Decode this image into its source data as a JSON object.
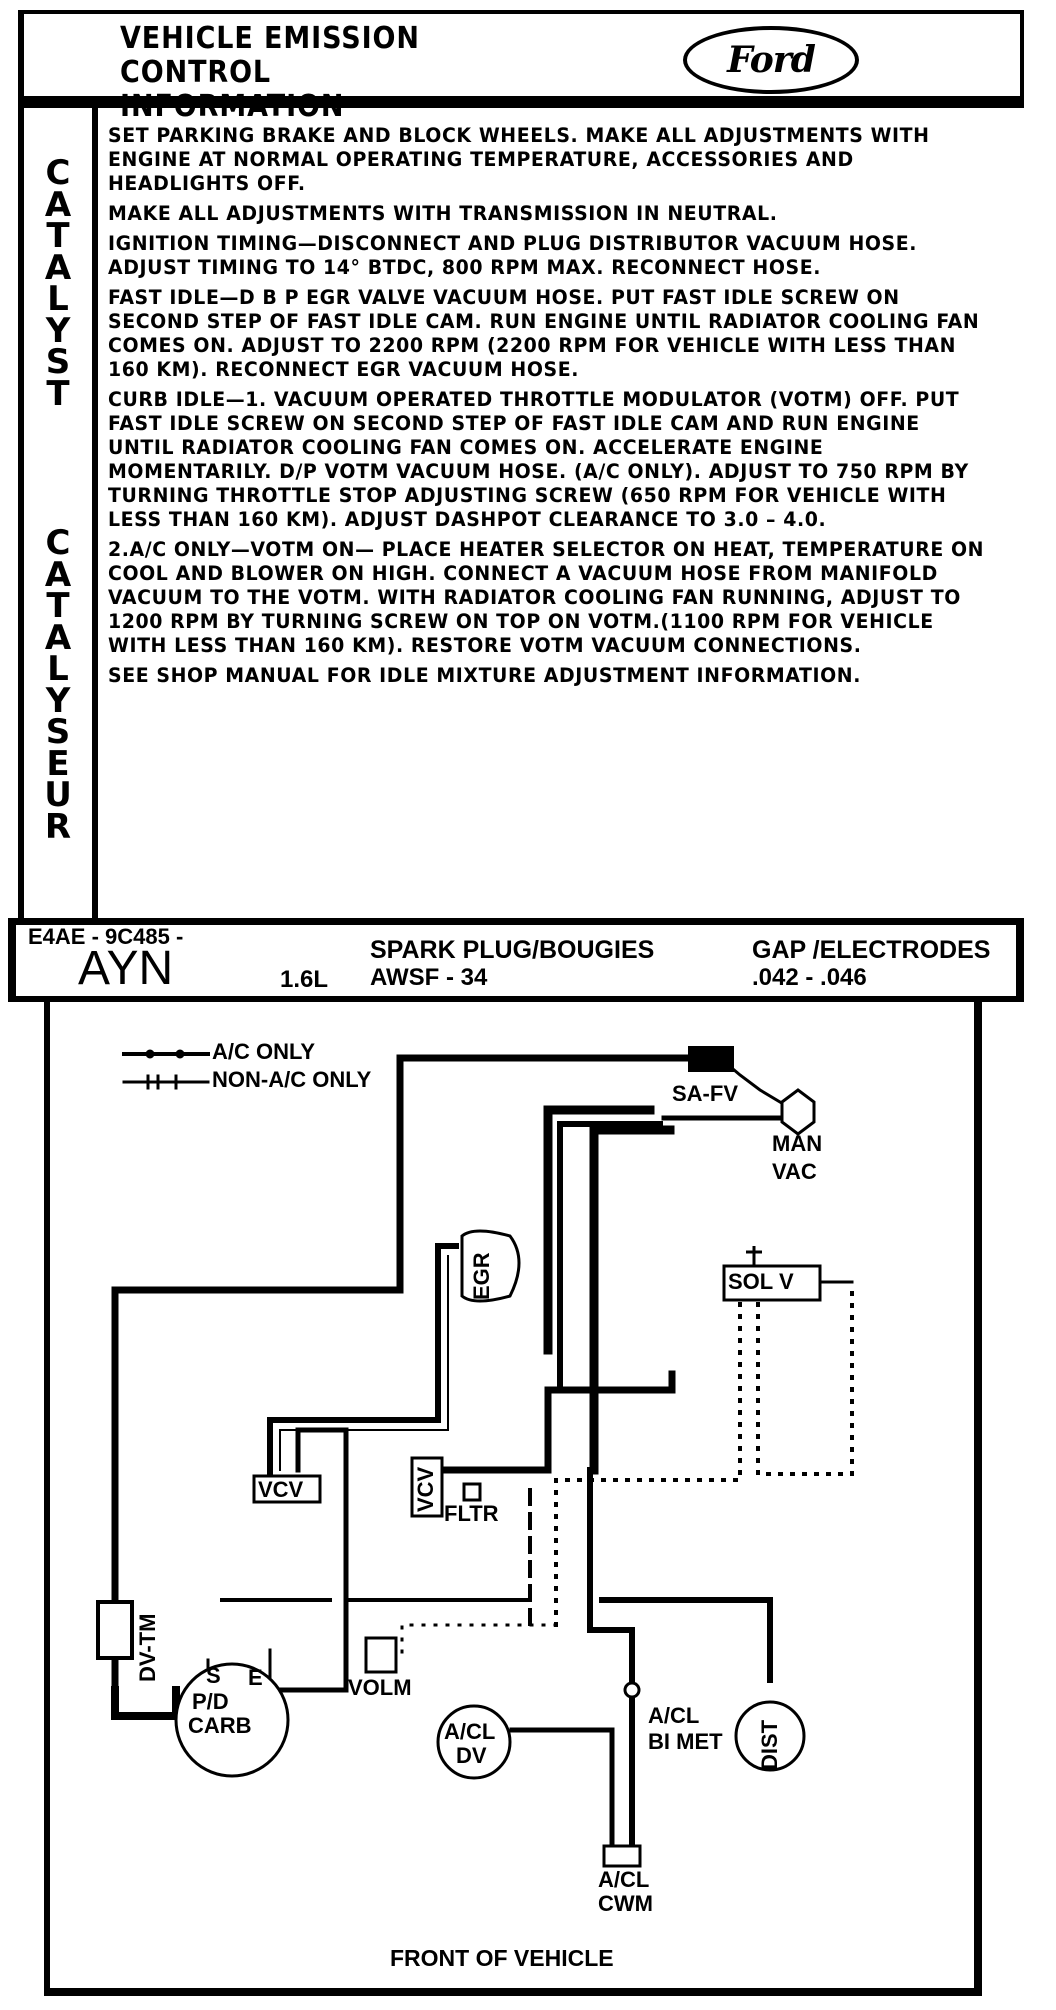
{
  "header": {
    "title_line1": "VEHICLE EMISSION",
    "title_line2": "CONTROL INFORMATION",
    "brand": "Ford"
  },
  "side_text": {
    "catalyst": [
      "C",
      "A",
      "T",
      "A",
      "L",
      "Y",
      "S",
      "T"
    ],
    "catalyseur": [
      "C",
      "A",
      "T",
      "A",
      "L",
      "Y",
      "S",
      "E",
      "U",
      "R"
    ]
  },
  "instructions": [
    "SET PARKING BRAKE AND BLOCK WHEELS. MAKE ALL ADJUSTMENTS WITH ENGINE AT NORMAL OPERATING TEMPERATURE, ACCESSORIES AND HEADLIGHTS OFF.",
    "MAKE ALL ADJUSTMENTS WITH TRANSMISSION IN NEUTRAL.",
    "IGNITION TIMING—DISCONNECT AND PLUG DISTRIBUTOR VACUUM HOSE. ADJUST TIMING TO 14° BTDC, 800 RPM MAX. RECONNECT HOSE.",
    "FAST IDLE—D B P EGR VALVE VACUUM HOSE. PUT FAST IDLE SCREW ON SECOND STEP OF FAST IDLE CAM. RUN ENGINE UNTIL RADIATOR COOLING FAN COMES ON. ADJUST TO 2200 RPM (2200 RPM FOR VEHICLE WITH LESS THAN 160 KM). RECONNECT EGR VACUUM HOSE.",
    "CURB IDLE—1. VACUUM OPERATED THROTTLE MODULATOR (VOTM) OFF. PUT FAST IDLE SCREW ON SECOND STEP OF FAST IDLE CAM AND RUN ENGINE UNTIL RADIATOR COOLING FAN COMES ON. ACCELERATE ENGINE MOMENTARILY. D/P VOTM VACUUM HOSE. (A/C ONLY). ADJUST TO 750 RPM BY TURNING THROTTLE STOP ADJUSTING SCREW (650 RPM FOR VEHICLE WITH LESS THAN 160 KM). ADJUST DASHPOT CLEARANCE TO 3.0 – 4.0.",
    "2.A/C ONLY—VOTM ON— PLACE HEATER SELECTOR ON HEAT, TEMPERATURE ON COOL AND BLOWER ON HIGH. CONNECT A VACUUM HOSE FROM MANIFOLD VACUUM TO THE VOTM. WITH RADIATOR COOLING FAN RUNNING, ADJUST TO 1200 RPM BY TURNING SCREW ON TOP ON VOTM.(1100 RPM FOR VEHICLE WITH LESS THAN 160 KM). RESTORE VOTM VACUUM CONNECTIONS.",
    "SEE SHOP MANUAL FOR IDLE MIXTURE ADJUSTMENT INFORMATION."
  ],
  "spec": {
    "part_number": "E4AE - 9C485 -",
    "calibration": "AYN",
    "engine": "1.6L",
    "spark_plug_label": "SPARK PLUG/BOUGIES",
    "spark_plug_value": "AWSF - 34",
    "gap_label": "GAP /ELECTRODES",
    "gap_value": ".042 - .046"
  },
  "diagram": {
    "legend_ac": "A/C ONLY",
    "legend_nonac": "NON-A/C ONLY",
    "sa_fv": "SA-FV",
    "man_vac_1": "MAN",
    "man_vac_2": "VAC",
    "egr": "EGR",
    "sol_v": "SOL V",
    "vcv_left": "VCV",
    "vcv_mid": "VCV",
    "fltr": "FLTR",
    "dv_tm": "DV-TM",
    "carb_s": "S",
    "carb_e": "E",
    "carb_1": "P/D",
    "carb_2": "CARB",
    "volm": "VOLM",
    "acl_dv_1": "A/CL",
    "acl_dv_2": "DV",
    "acl_bimet_1": "A/CL",
    "acl_bimet_2": "BI MET",
    "dist": "DIST",
    "acl_cwm_1": "A/CL",
    "acl_cwm_2": "CWM",
    "front": "FRONT OF VEHICLE"
  }
}
